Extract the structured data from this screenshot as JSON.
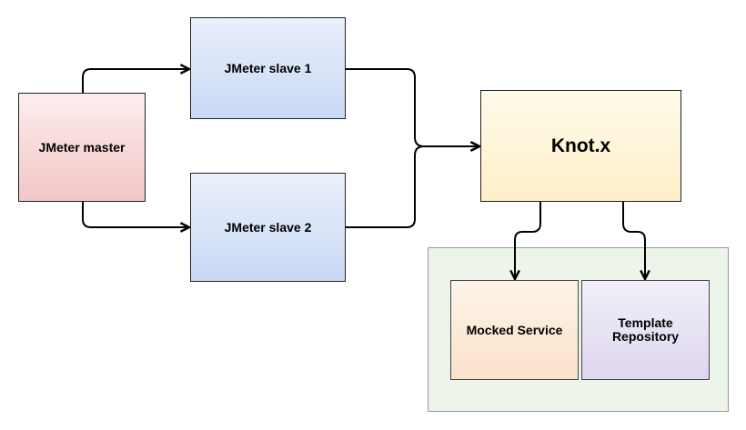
{
  "nodes": {
    "master": "JMeter master",
    "slave1": "JMeter slave 1",
    "slave2": "JMeter slave 2",
    "knotx": "Knot.x",
    "mocked": "Mocked Service",
    "template": "Template Repository"
  },
  "edges": [
    {
      "from": "JMeter master",
      "to": "JMeter slave 1"
    },
    {
      "from": "JMeter master",
      "to": "JMeter slave 2"
    },
    {
      "from": "JMeter slave 1",
      "to": "Knot.x"
    },
    {
      "from": "JMeter slave 2",
      "to": "Knot.x"
    },
    {
      "from": "Knot.x",
      "to": "Mocked Service"
    },
    {
      "from": "Knot.x",
      "to": "Template Repository"
    }
  ]
}
